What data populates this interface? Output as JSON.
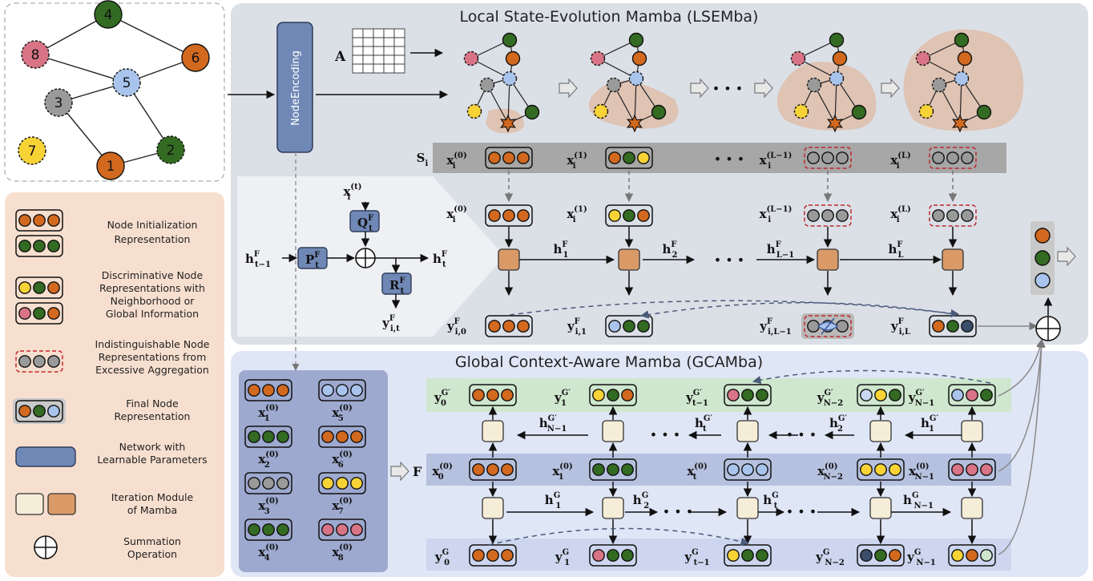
{
  "colors": {
    "orange": "#d2691e",
    "green": "#336b22",
    "yellow": "#f7d336",
    "pink": "#d87486",
    "gray": "#9a9a9a",
    "blue": "#a9c4ec",
    "navy": "#3b4f6b",
    "mint": "#cfe6cf",
    "lightblue": "#c9d8f1",
    "sand": "#f6edd8",
    "brown": "#d99a68"
  },
  "graph": {
    "nodes": [
      {
        "label": "4",
        "color": "green"
      },
      {
        "label": "8",
        "color": "pink"
      },
      {
        "label": "6",
        "color": "orange"
      },
      {
        "label": "5",
        "color": "blue"
      },
      {
        "label": "3",
        "color": "gray"
      },
      {
        "label": "7",
        "color": "yellow"
      },
      {
        "label": "2",
        "color": "green"
      },
      {
        "label": "1",
        "color": "orange"
      }
    ]
  },
  "node_encoding": "NodeEncoding",
  "A": "A",
  "lse": {
    "title": "Local State-Evolution Mamba (LSEMba)",
    "S": "S",
    "S_sub": "i",
    "states": [
      {
        "x": "x",
        "sub": "i",
        "sup": "(0)"
      },
      {
        "x": "x",
        "sub": "i",
        "sup": "(1)"
      },
      {
        "x": "x",
        "sub": "i",
        "sup": "(L−1)"
      },
      {
        "x": "x",
        "sub": "i",
        "sup": "(L)"
      }
    ],
    "dots": "• • •",
    "h_labels": [
      {
        "h": "h",
        "sub": "1",
        "sup": "F"
      },
      {
        "h": "h",
        "sub": "2",
        "sup": "F"
      },
      {
        "h": "h",
        "sub": "L−1",
        "sup": "F"
      },
      {
        "h": "h",
        "sub": "L",
        "sup": "F"
      }
    ],
    "y_labels": [
      {
        "y": "y",
        "sub": "i,0",
        "sup": "F"
      },
      {
        "y": "y",
        "sub": "i,1",
        "sup": "F"
      },
      {
        "y": "y",
        "sub": "i,L−1",
        "sup": "F"
      },
      {
        "y": "y",
        "sub": "i,L",
        "sup": "F"
      }
    ]
  },
  "cell": {
    "x": "x",
    "x_sub": "i",
    "x_sup": "(t)",
    "Q": "Q",
    "Q_sub": "t",
    "Q_sup": "F",
    "P": "P",
    "P_sub": "t",
    "P_sup": "F",
    "R": "R",
    "R_sub": "t",
    "R_sup": "F",
    "hin": "h",
    "hin_sub": "t−1",
    "hin_sup": "F",
    "hout": "h",
    "hout_sub": "t",
    "hout_sup": "F",
    "y": "y",
    "y_sub": "i,t",
    "y_sup": "F"
  },
  "gca": {
    "title": "Global Context-Aware Mamba (GCAMba)",
    "F": "F",
    "node_list": [
      {
        "x": "x",
        "sub": "1",
        "sup": "(0)"
      },
      {
        "x": "x",
        "sub": "5",
        "sup": "(0)"
      },
      {
        "x": "x",
        "sub": "2",
        "sup": "(0)"
      },
      {
        "x": "x",
        "sub": "6",
        "sup": "(0)"
      },
      {
        "x": "x",
        "sub": "3",
        "sup": "(0)"
      },
      {
        "x": "x",
        "sub": "7",
        "sup": "(0)"
      },
      {
        "x": "x",
        "sub": "4",
        "sup": "(0)"
      },
      {
        "x": "x",
        "sub": "8",
        "sup": "(0)"
      }
    ],
    "y_top": [
      {
        "y": "y",
        "sub": "0",
        "sup": "G′"
      },
      {
        "y": "y",
        "sub": "1",
        "sup": "G′"
      },
      {
        "y": "y",
        "sub": "t−1",
        "sup": "G′"
      },
      {
        "y": "y",
        "sub": "N−2",
        "sup": "G′"
      },
      {
        "y": "y",
        "sub": "N−1",
        "sup": "G′"
      }
    ],
    "x_mid": [
      {
        "x": "x",
        "sub": "0",
        "sup": "(0)"
      },
      {
        "x": "x",
        "sub": "1",
        "sup": "(0)"
      },
      {
        "x": "x",
        "sub": "t",
        "sup": "(0)"
      },
      {
        "x": "x",
        "sub": "N−2",
        "sup": "(0)"
      },
      {
        "x": "x",
        "sub": "N−1",
        "sup": "(0)"
      }
    ],
    "h_back": [
      {
        "h": "h",
        "sub": "N−1",
        "sup": "G′"
      },
      {
        "h": "h",
        "sub": "t",
        "sup": "G′"
      },
      {
        "h": "h",
        "sub": "2",
        "sup": "G′"
      },
      {
        "h": "h",
        "sub": "1",
        "sup": "G′"
      }
    ],
    "h_fwd": [
      {
        "h": "h",
        "sub": "1",
        "sup": "G"
      },
      {
        "h": "h",
        "sub": "2",
        "sup": "G"
      },
      {
        "h": "h",
        "sub": "t",
        "sup": "G"
      },
      {
        "h": "h",
        "sub": "N−1",
        "sup": "G"
      }
    ],
    "y_bot": [
      {
        "y": "y",
        "sub": "0",
        "sup": "G"
      },
      {
        "y": "y",
        "sub": "1",
        "sup": "G"
      },
      {
        "y": "y",
        "sub": "t−1",
        "sup": "G"
      },
      {
        "y": "y",
        "sub": "N−2",
        "sup": "G"
      },
      {
        "y": "y",
        "sub": "N−1",
        "sup": "G"
      }
    ]
  },
  "legend": [
    {
      "lines": [
        "Node Initialization",
        "Representation"
      ]
    },
    {
      "lines": [
        "Discriminative Node",
        "Representations with",
        "Neighborhood or",
        "Global Information"
      ]
    },
    {
      "lines": [
        "Indistinguishable Node",
        "Representations from",
        "Excessive Aggregation"
      ]
    },
    {
      "lines": [
        "Final Node",
        "Representation"
      ]
    },
    {
      "lines": [
        "Network with",
        "Learnable Parameters"
      ]
    },
    {
      "lines": [
        "Iteration Module",
        "of Mamba"
      ]
    },
    {
      "lines": [
        "Summation",
        "Operation"
      ]
    }
  ]
}
